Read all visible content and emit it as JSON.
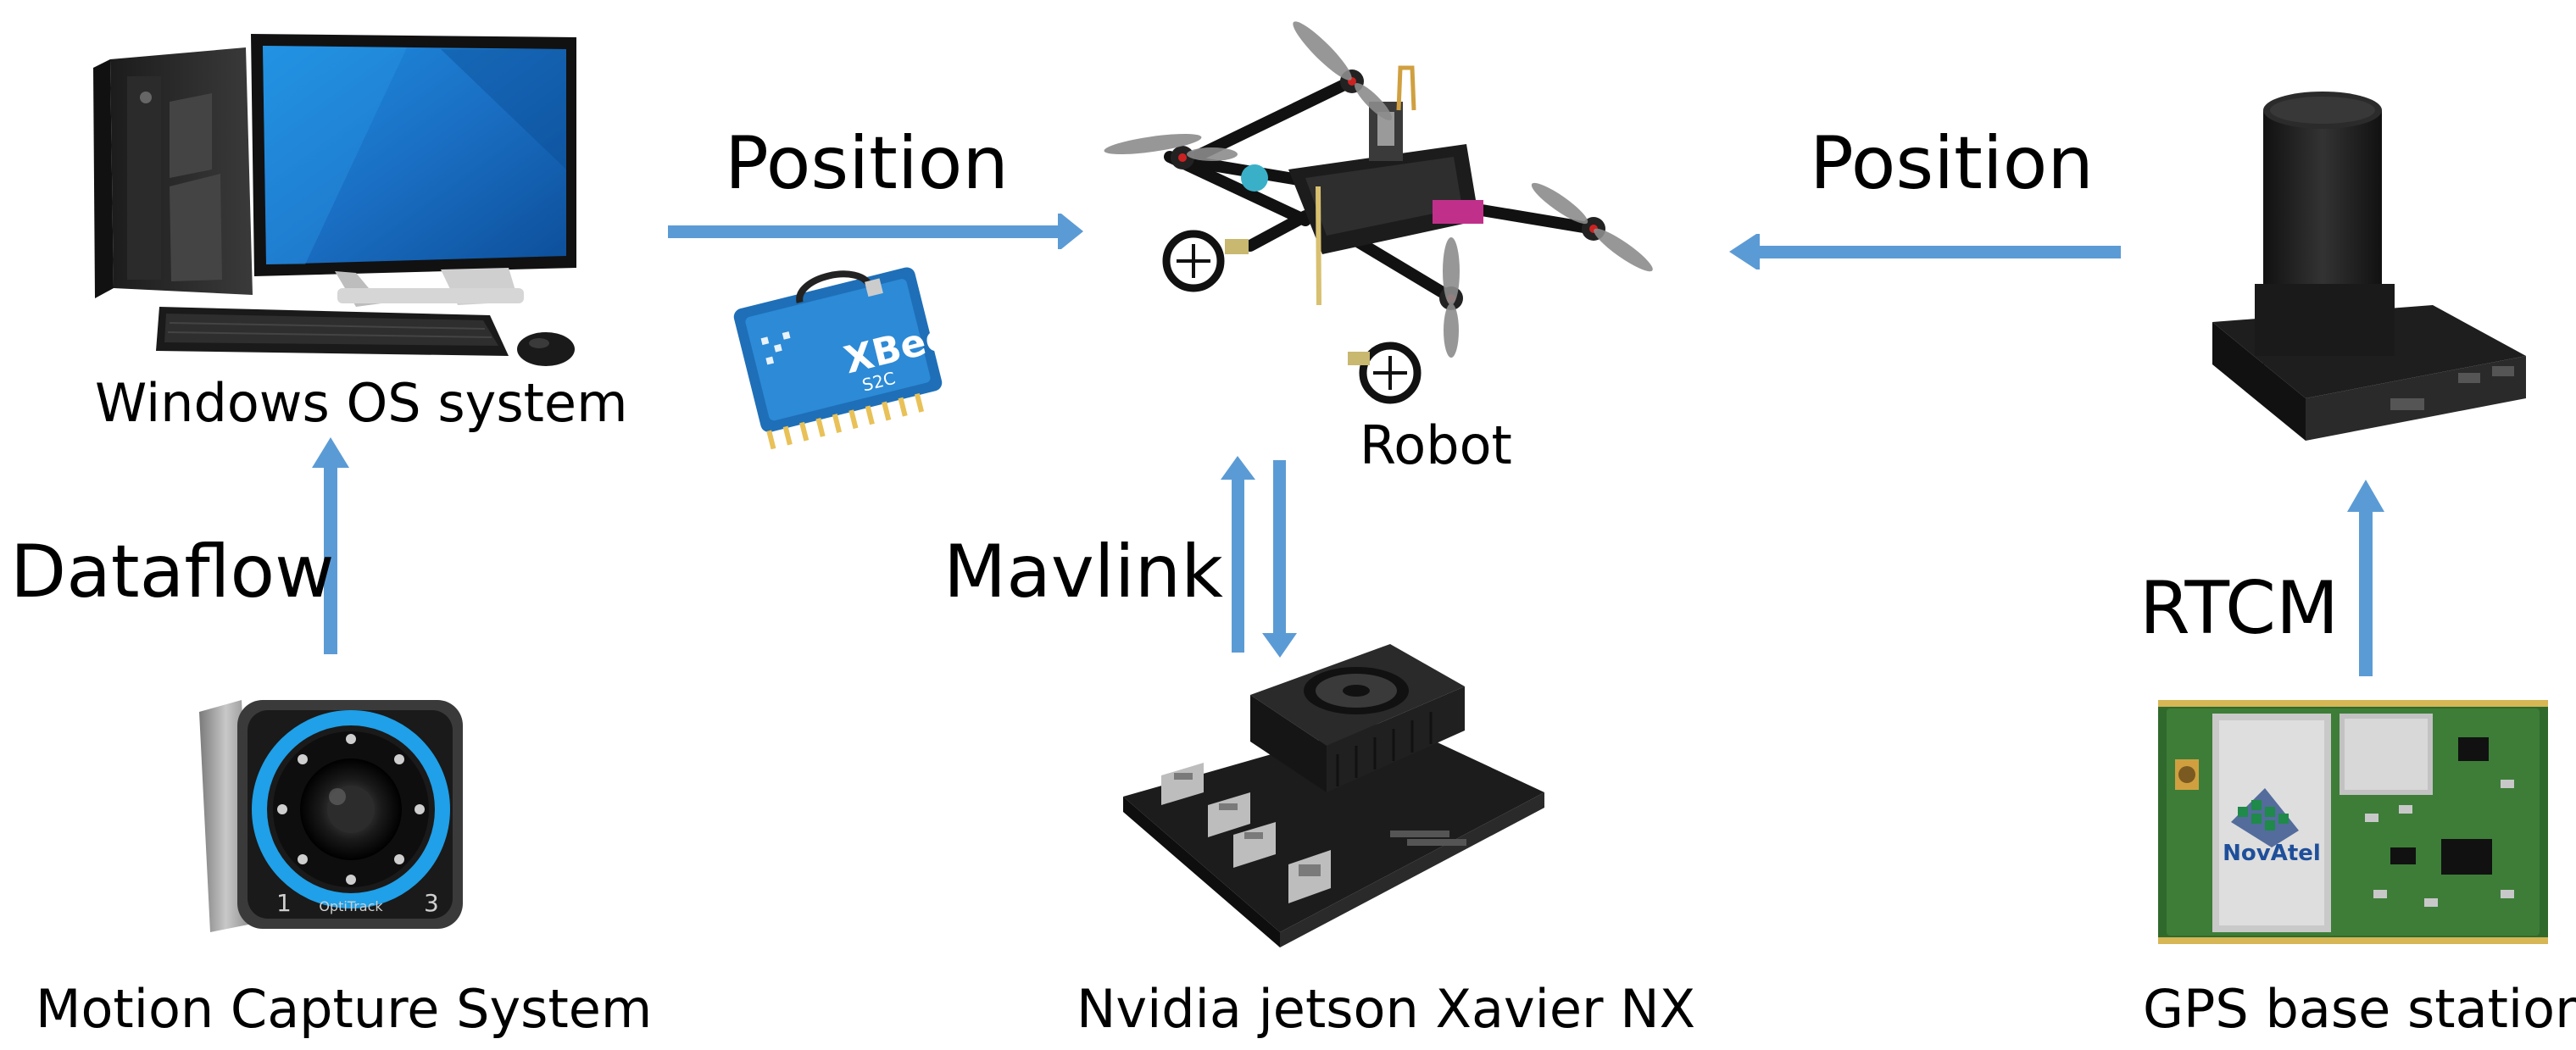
{
  "labels": {
    "windows": "Windows OS system",
    "robot": "Robot",
    "motion_capture": "Motion Capture System",
    "jetson": "Nvidia jetson Xavier NX",
    "gps_base": "GPS base station"
  },
  "arrows": {
    "position_left": "Position",
    "position_right": "Position",
    "dataflow": "Dataflow",
    "mavlink": "Mavlink",
    "rtcm": "RTCM"
  },
  "logos": {
    "xbee": "XBee",
    "xbee_model": "S2C",
    "optitrack": "OptiTrack",
    "novatel": "NovAtel",
    "camera_left_digit": "1",
    "camera_right_digit": "3"
  },
  "colors": {
    "arrow": "#5b9bd5"
  }
}
